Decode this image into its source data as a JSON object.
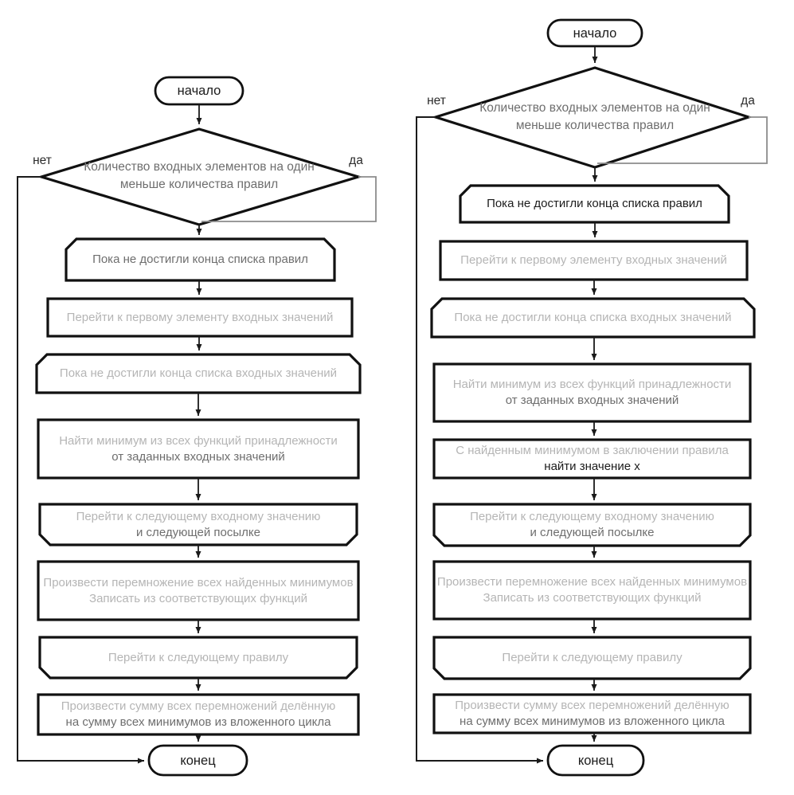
{
  "terminals": {
    "start": "начало",
    "end": "конец"
  },
  "branches": {
    "no": "нет",
    "yes": "да"
  },
  "decision": {
    "lines": [
      "Количество входных элементов на один",
      "меньше количества правил"
    ]
  },
  "colors": {
    "background": "#ffffff",
    "shape_border": "#111111",
    "connector": "#1a1a1a",
    "yes_branch_line": "#8c8c8c",
    "text_dark": "#1c1c1c",
    "text_mid": "#6e6e6e",
    "text_faint": "#b5b5b5"
  },
  "left": {
    "blocks": [
      {
        "type": "loop-start",
        "lines": [
          "Пока не достигли конца списка правил"
        ]
      },
      {
        "type": "process",
        "lines": [
          "Перейти к первому элементу входных значений"
        ]
      },
      {
        "type": "loop-start",
        "lines": [
          "Пока не достигли конца списка входных значений"
        ]
      },
      {
        "type": "process",
        "lines": [
          "Найти минимум из всех функций принадлежности",
          "от заданных входных значений"
        ]
      },
      {
        "type": "loop-end",
        "lines": [
          "Перейти к следующему входному значению",
          "и следующей посылке"
        ]
      },
      {
        "type": "process",
        "lines": [
          "Произвести перемножение всех найденных минимумов",
          "Записать из соответствующих функций"
        ]
      },
      {
        "type": "loop-end",
        "lines": [
          "Перейти к следующему правилу"
        ]
      },
      {
        "type": "process",
        "lines": [
          "Произвести сумму всех перемножений делённую",
          "на сумму всех минимумов из вложенного цикла"
        ]
      }
    ]
  },
  "right": {
    "blocks": [
      {
        "type": "loop-start",
        "lines": [
          "Пока не достигли конца списка правил"
        ]
      },
      {
        "type": "process",
        "lines": [
          "Перейти к первому элементу входных значений"
        ]
      },
      {
        "type": "loop-start",
        "lines": [
          "Пока не достигли конца списка входных значений"
        ]
      },
      {
        "type": "process",
        "lines": [
          "Найти минимум из всех функций принадлежности",
          "от заданных входных значений"
        ]
      },
      {
        "type": "process",
        "lines": [
          "С найденным минимумом в заключении правила",
          "найти значение x"
        ]
      },
      {
        "type": "loop-end",
        "lines": [
          "Перейти к следующему входному значению",
          "и следующей посылке"
        ]
      },
      {
        "type": "process",
        "lines": [
          "Произвести перемножение всех найденных минимумов",
          "Записать из соответствующих функций"
        ]
      },
      {
        "type": "loop-end",
        "lines": [
          "Перейти к следующему правилу"
        ]
      },
      {
        "type": "process",
        "lines": [
          "Произвести сумму всех перемножений делённую",
          "на сумму всех минимумов из вложенного цикла"
        ]
      }
    ]
  }
}
